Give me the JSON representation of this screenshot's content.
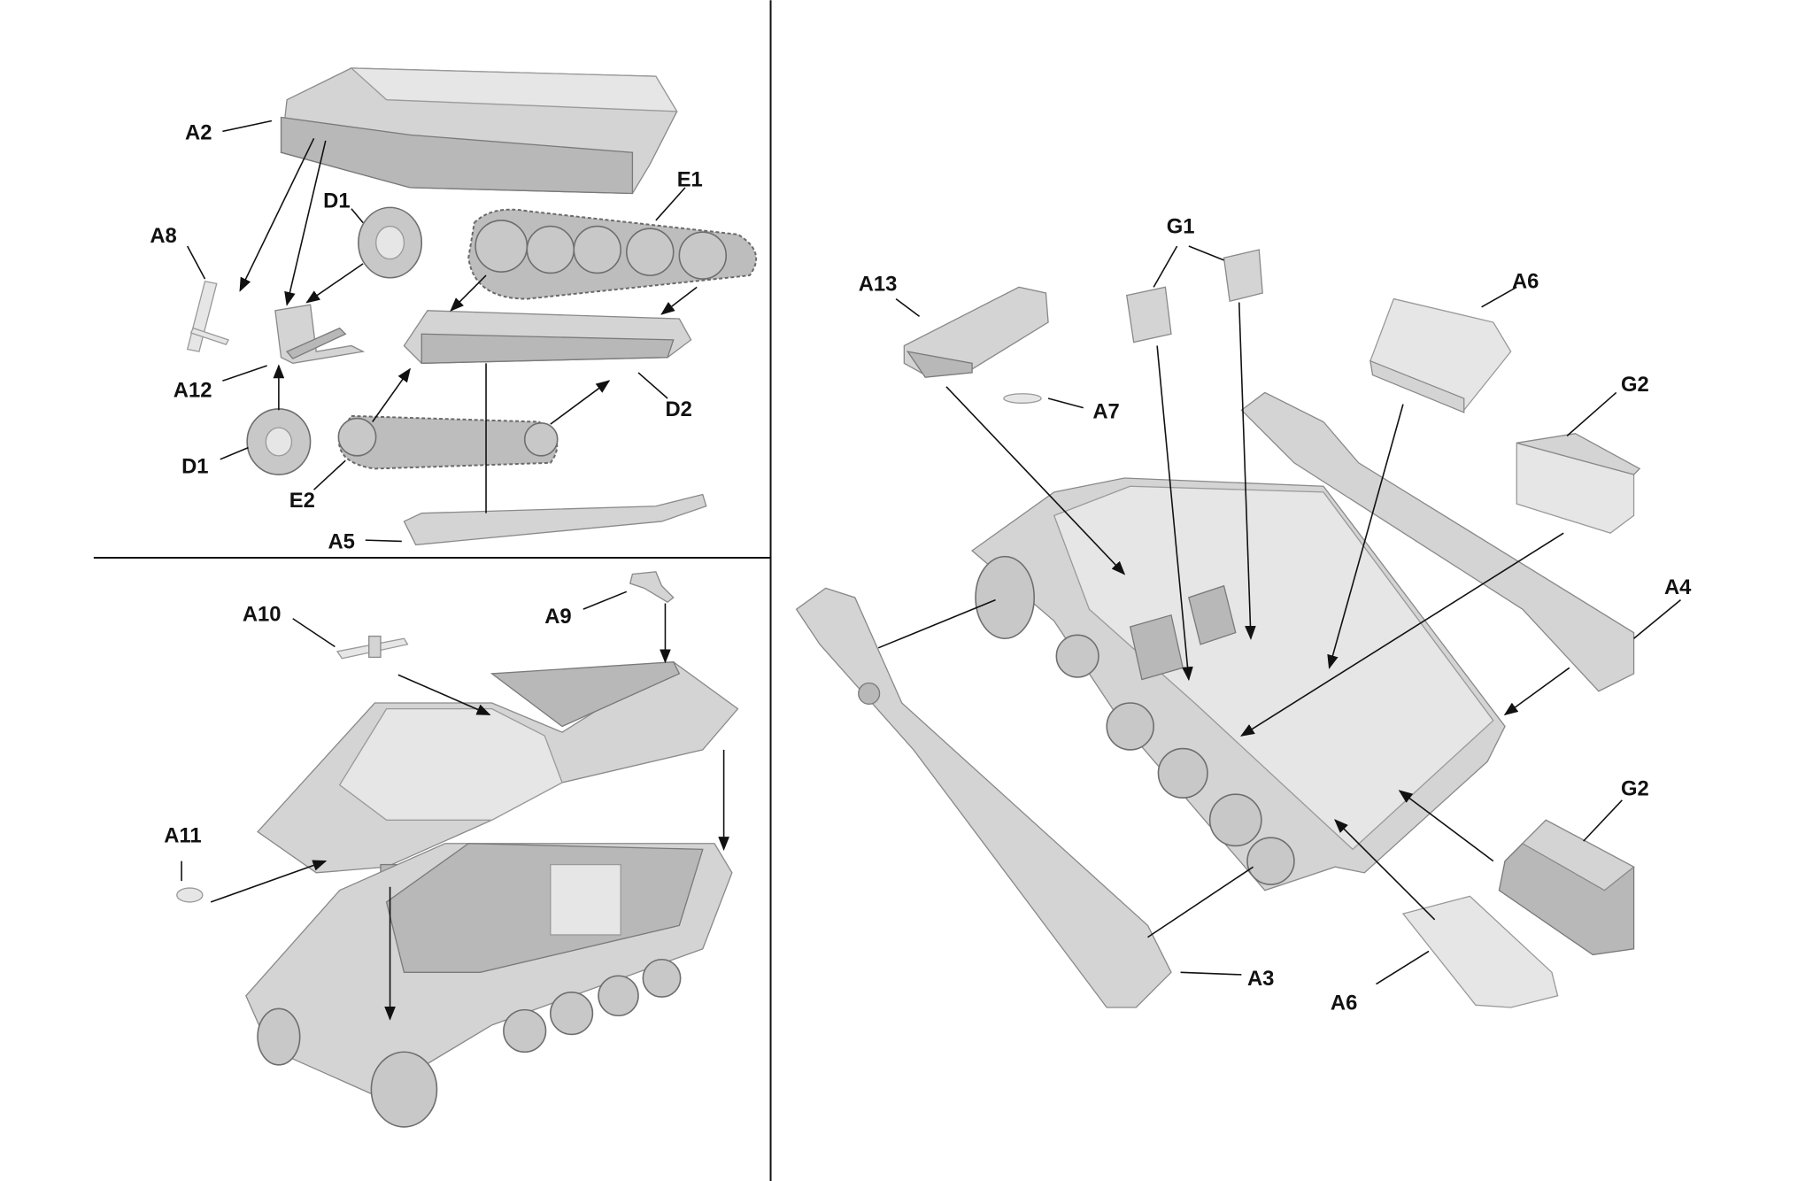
{
  "panels": {
    "top_left": {
      "labels": {
        "a2": "A2",
        "d1_top": "D1",
        "e1": "E1",
        "a8": "A8",
        "a12": "A12",
        "d1_bottom": "D1",
        "e2": "E2",
        "d2": "D2",
        "a5": "A5"
      }
    },
    "bottom_left": {
      "labels": {
        "a10": "A10",
        "a9": "A9",
        "a11": "A11"
      }
    },
    "right": {
      "labels": {
        "a13": "A13",
        "g1": "G1",
        "a6_top": "A6",
        "a7": "A7",
        "g2_top": "G2",
        "a4": "A4",
        "g2_bottom": "G2",
        "a3": "A3",
        "a6_bottom": "A6"
      }
    }
  }
}
